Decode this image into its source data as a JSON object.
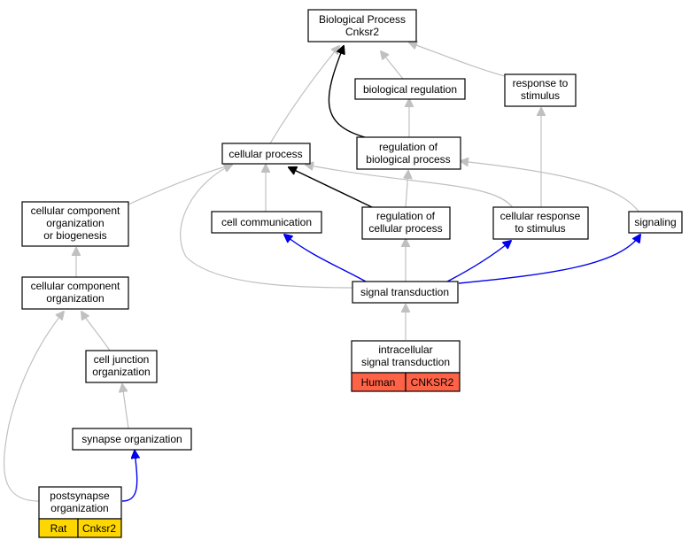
{
  "colors": {
    "human_annotation": "#ff6347",
    "rat_annotation": "#ffd700",
    "gray_edge": "#c0c0c0",
    "black_edge": "#000000",
    "blue_edge": "#0000ee"
  },
  "nodes": {
    "bp": [
      "Biological Process",
      "Cnksr2"
    ],
    "bioreg": [
      "biological regulation"
    ],
    "resp": [
      "response to",
      "stimulus"
    ],
    "cellproc": [
      "cellular process"
    ],
    "regbio": [
      "regulation of",
      "biological process"
    ],
    "ccob": [
      "cellular component",
      "organization",
      "or biogenesis"
    ],
    "cellcomm": [
      "cell communication"
    ],
    "regcell": [
      "regulation of",
      "cellular process"
    ],
    "cellresp": [
      "cellular response",
      "to stimulus"
    ],
    "signaling": [
      "signaling"
    ],
    "cco": [
      "cellular component",
      "organization"
    ],
    "sigtrans": [
      "signal transduction"
    ],
    "cellj": [
      "cell junction",
      "organization"
    ],
    "intra": [
      "intracellular",
      "signal transduction"
    ],
    "synorg": [
      "synapse organization"
    ],
    "postsyn": [
      "postsynapse",
      "organization"
    ]
  },
  "annotations": {
    "intra": {
      "species": "Human",
      "gene": "CNKSR2"
    },
    "postsyn": {
      "species": "Rat",
      "gene": "Cnksr2"
    }
  }
}
